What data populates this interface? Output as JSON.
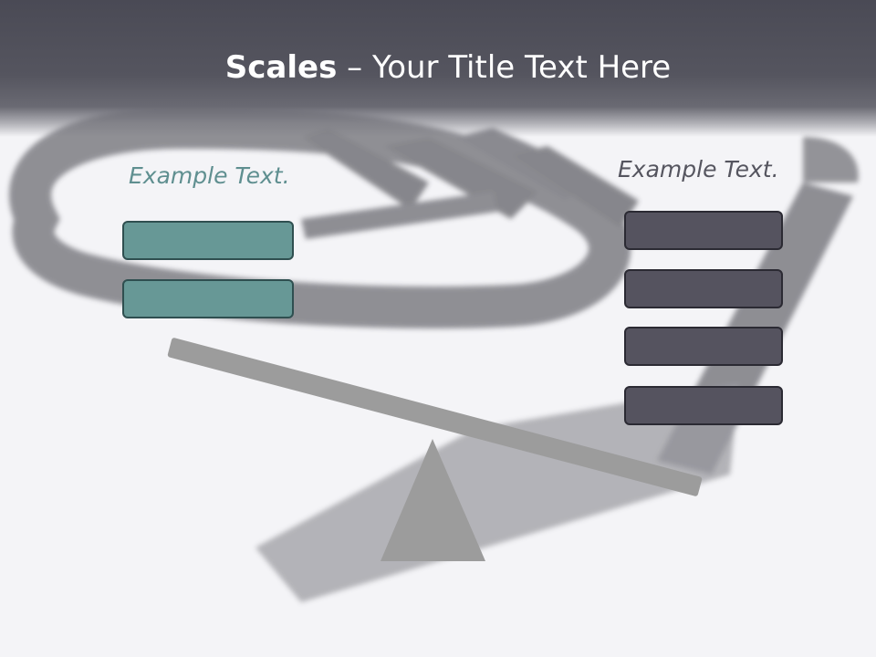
{
  "title": {
    "bold": "Scales",
    "rest": " – Your Title Text Here"
  },
  "left": {
    "caption": "Example Text.",
    "box_count": 2
  },
  "right": {
    "caption": "Example Text.",
    "box_count": 4
  },
  "colors": {
    "title_band": "#4a4a55",
    "teal_box": "#679896",
    "teal_text": "#5f8f90",
    "dark_box": "#55535f",
    "dark_text": "#55555f",
    "scale_gray": "#9c9c9c",
    "background": "#f4f4f7"
  },
  "icons": {
    "background_image": "leather-whip-photo",
    "balance": "seesaw-scale"
  }
}
